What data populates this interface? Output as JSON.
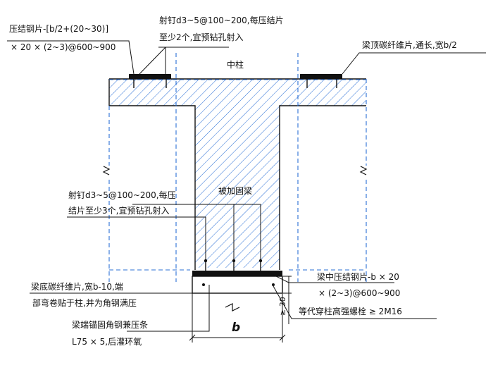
{
  "labels": {
    "press_steel_line1": "压结钢片-[b/2+(20~30)]",
    "press_steel_line2": "× 20 × (2~3)@600~900",
    "nail_top_line1": "射钉d3~5@100~200,每压结片",
    "nail_top_line2": "至少2个,宜预钻孔射入",
    "beam_top_cfrp": "梁顶碳纤维片,通长,宽b/2",
    "middle_column": "中柱",
    "reinforced_beam": "被加固梁",
    "nail_mid_line1": "射钉d3~5@100~200,每压",
    "nail_mid_line2": "结片至少3个,宜预钻孔射入",
    "mid_press_line1": "梁中压结钢片-b × 20",
    "mid_press_line2": "× (2~3)@600~900",
    "bottom_cfrp_line1": "梁底碳纤维片,宽b-10,端",
    "bottom_cfrp_line2": "部弯卷贴于柱,并为角钢满压",
    "angle_line1": "梁端锚固角钢兼压条",
    "angle_line2": "L75 × 5,后灌环氧",
    "bolt": "等代穿柱高强螺栓 ≥ 2M16",
    "dim_b": "b",
    "dim_30": "≥ 30"
  },
  "colors": {
    "line": "#111111",
    "hatch": "#2a6fd6",
    "dash": "#2a6fd6"
  }
}
